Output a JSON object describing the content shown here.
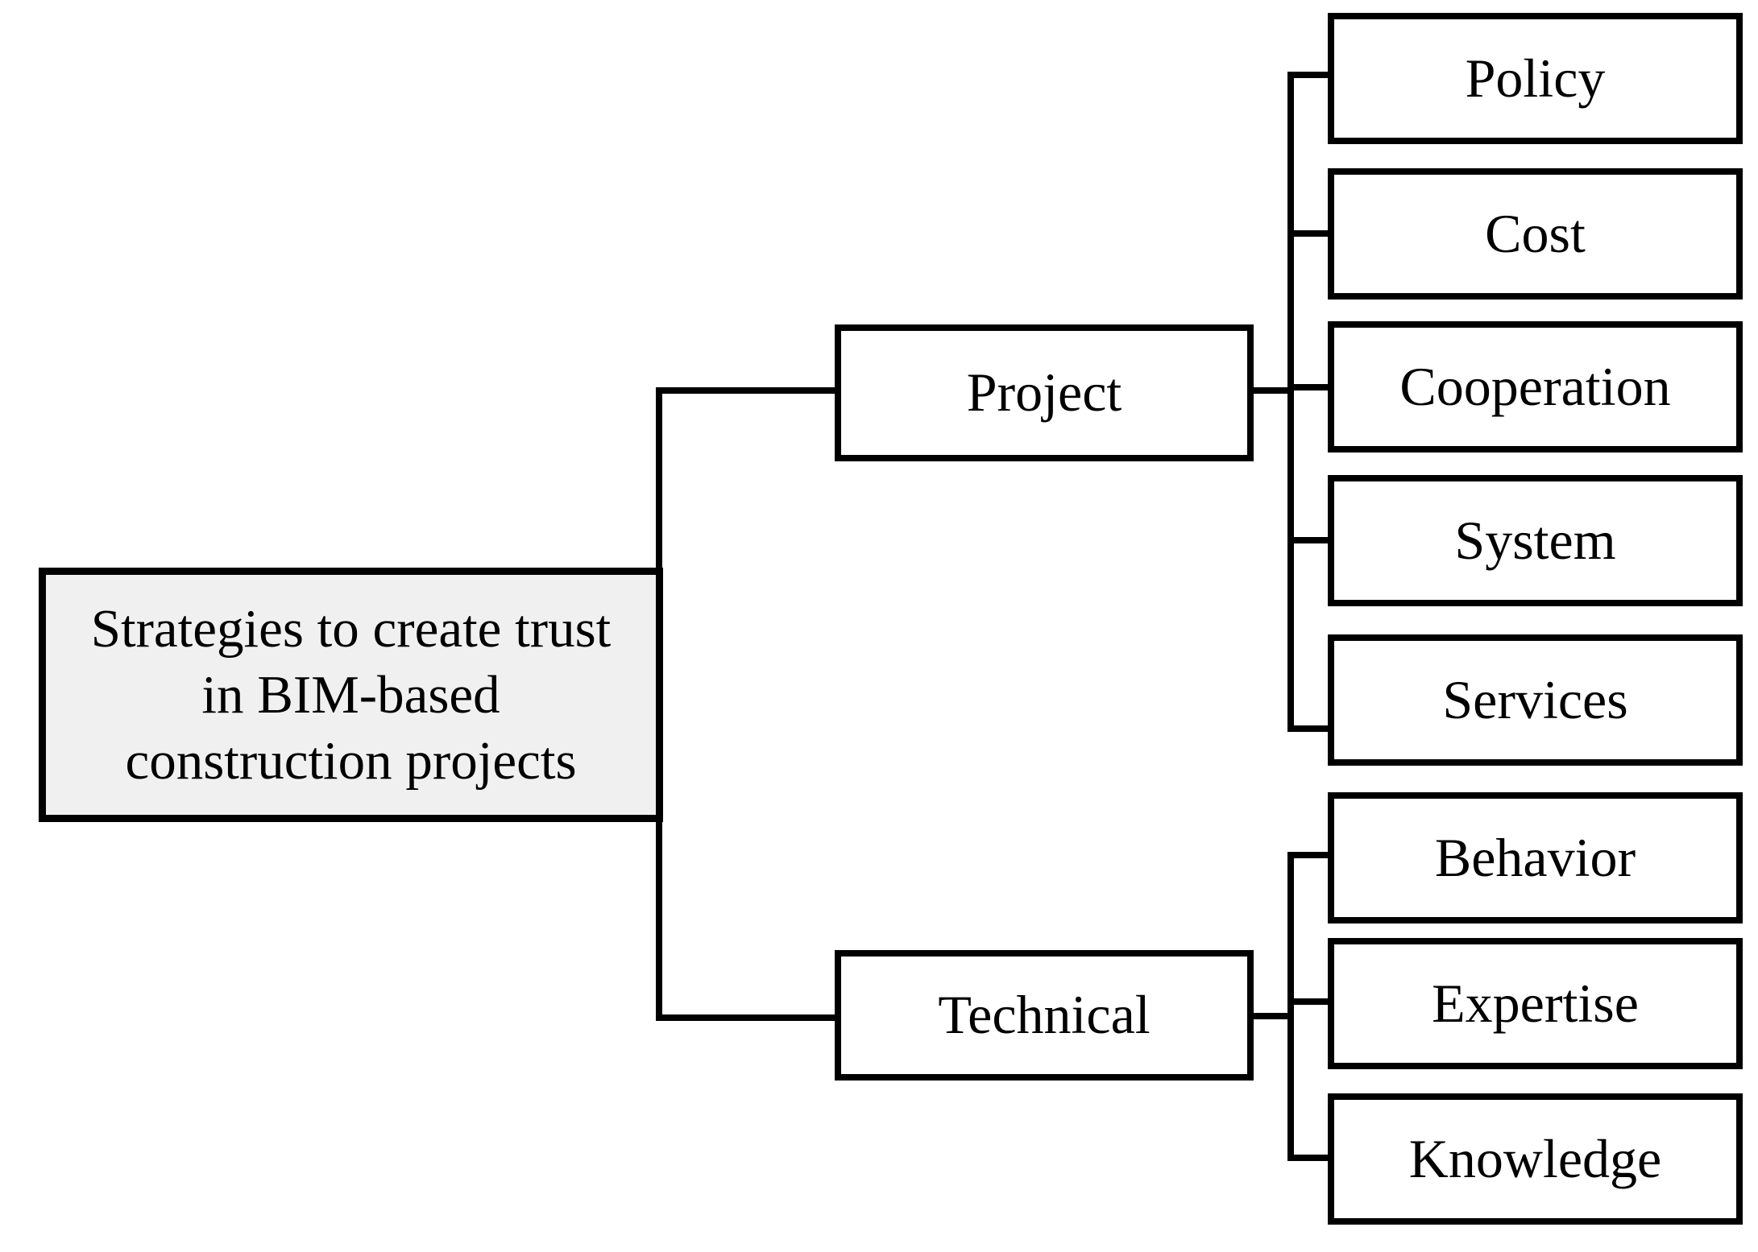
{
  "diagram": {
    "title_text": "Strategies to create trust\nin BIM-based\nconstruction projects",
    "colors": {
      "root_fill": "#f0f0f0",
      "node_fill": "#ffffff",
      "border": "#000000",
      "text": "#000000",
      "background": "#ffffff"
    },
    "root": {
      "label": "Strategies to create trust\nin BIM-based\nconstruction projects"
    },
    "branches": [
      {
        "label": "Project",
        "children": [
          {
            "label": "Policy"
          },
          {
            "label": "Cost"
          },
          {
            "label": "Cooperation"
          },
          {
            "label": "System"
          },
          {
            "label": "Services"
          }
        ]
      },
      {
        "label": "Technical",
        "children": [
          {
            "label": "Behavior"
          },
          {
            "label": "Expertise"
          },
          {
            "label": "Knowledge"
          }
        ]
      }
    ]
  }
}
